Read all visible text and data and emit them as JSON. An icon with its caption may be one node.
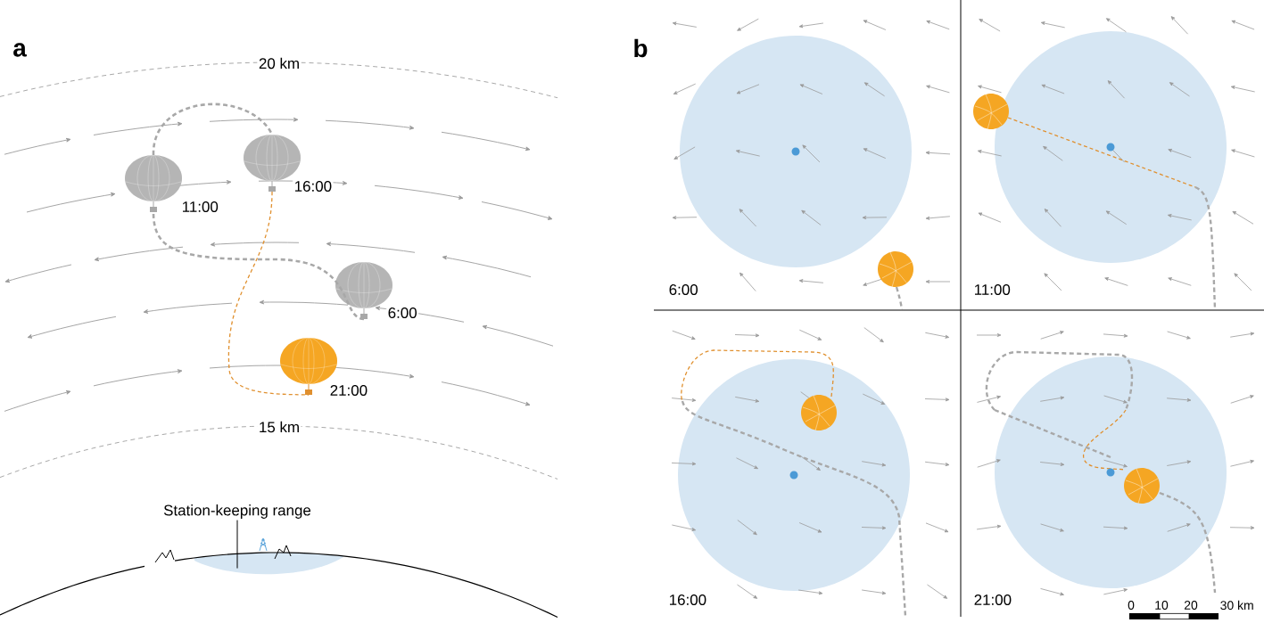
{
  "diagram": {
    "nodes": [
      {
        "text": [],
        "shape": "picture",
        "beside": [
          "11:00"
        ]
      },
      {
        "text": [],
        "shape": "picture",
        "beside": [
          "16:00"
        ]
      },
      {
        "text": [],
        "shape": "picture",
        "beside": [
          "6:00"
        ]
      },
      {
        "text": [],
        "shape": "picture",
        "beside": [
          "21:00"
        ]
      },
      {
        "text": [
          "Station-keeping range"
        ]
      }
    ],
    "edges": [
      {
        "from": 2,
        "to": 0,
        "arrow": "none",
        "style": "dashed"
      },
      {
        "from": 0,
        "to": 1,
        "arrow": "none",
        "style": "dashed"
      },
      {
        "from": 1,
        "to": 3,
        "arrow": "none",
        "style": "dashed",
        "color": "#e0902f"
      },
      {
        "from": 4,
        "to": null,
        "arrow": "none",
        "color": "#000000"
      }
    ],
    "labels": [
      "a",
      "20 km",
      "15 km",
      "b",
      "6:00",
      "11:00",
      "16:00",
      "21:00",
      "0",
      "10",
      "20",
      "30 km"
    ]
  }
}
